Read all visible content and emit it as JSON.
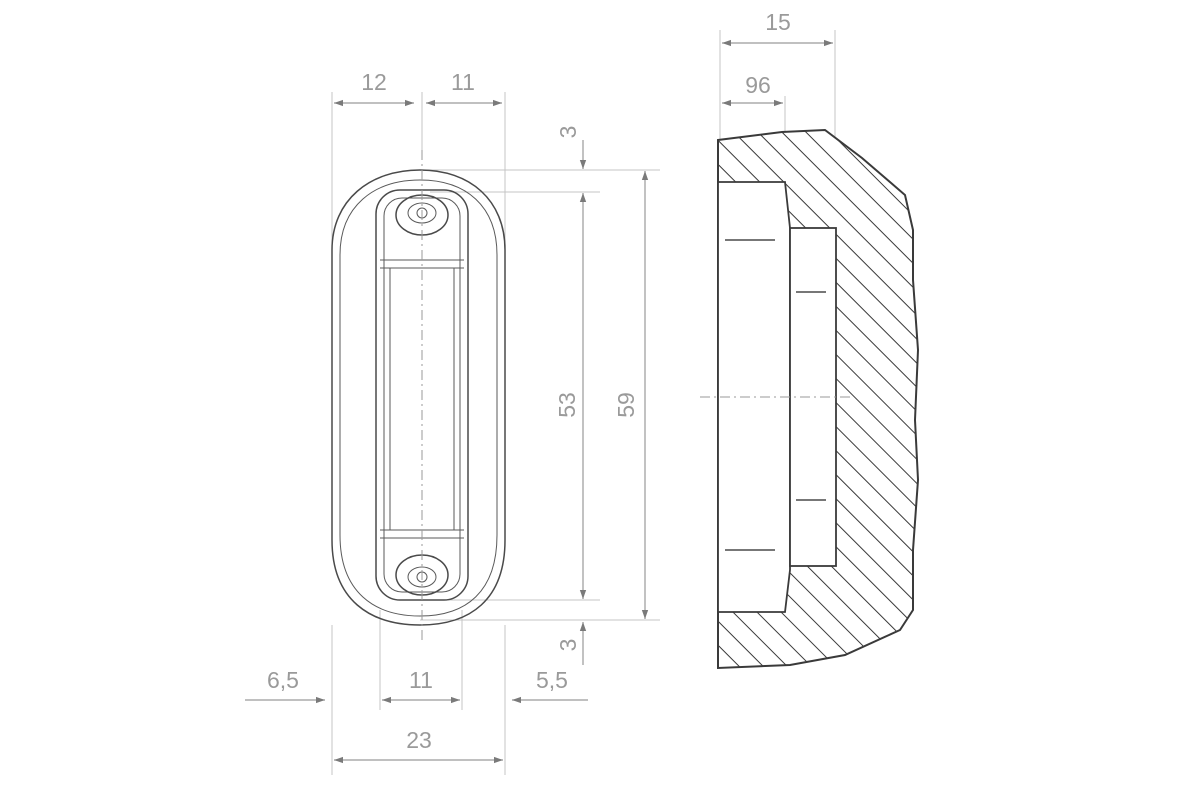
{
  "drawing": {
    "front_view": {
      "dimensions": {
        "top_left_width": "12",
        "top_right_width": "11",
        "top_offset": "3",
        "inner_height": "53",
        "overall_height": "59",
        "bottom_offset": "3",
        "left_margin": "6,5",
        "slot_width": "11",
        "right_margin": "5,5",
        "overall_width": "23"
      }
    },
    "section_view": {
      "dimensions": {
        "overall_depth": "15",
        "recess_depth": "96"
      }
    }
  }
}
